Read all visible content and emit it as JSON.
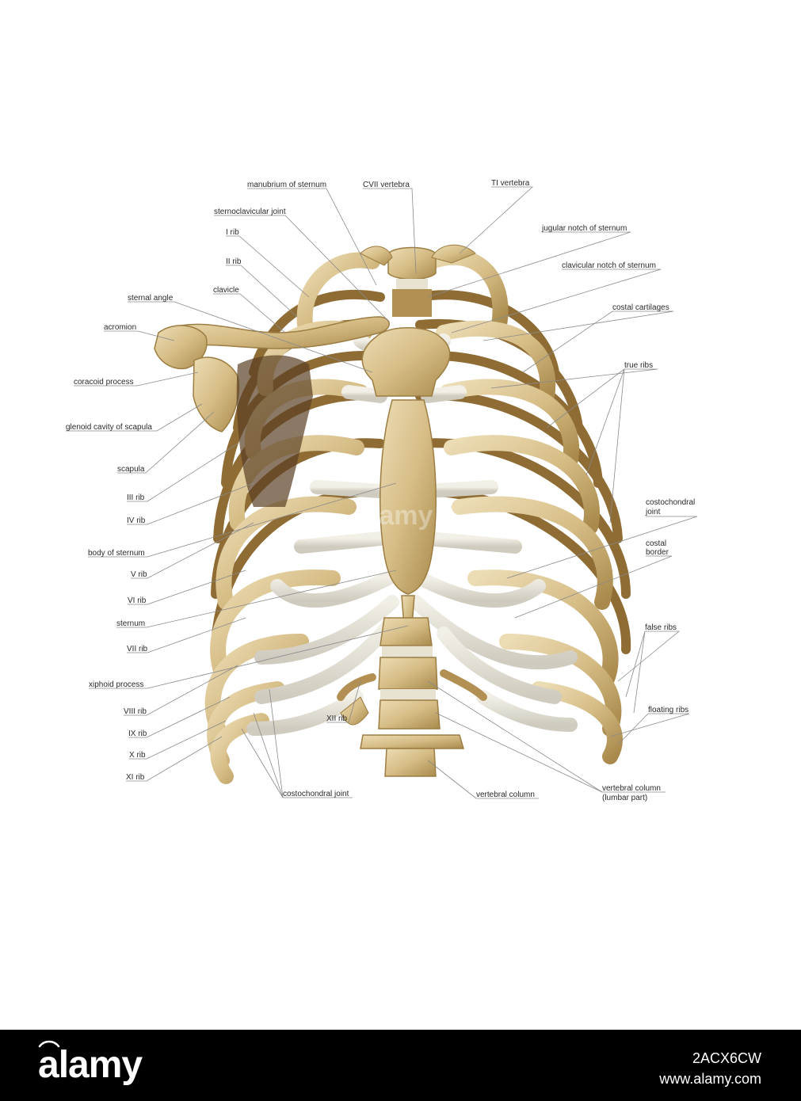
{
  "colors": {
    "bone": "#d8c08a",
    "bone_dark": "#a9884a",
    "cartilage": "#e6e2d6",
    "leader": "#8a8a8a",
    "footer_bg": "#000000",
    "footer_text": "#ffffff"
  },
  "labels": {
    "manubrium": "manubrium of sternum",
    "cvii": "CVII vertebra",
    "ti": "TI vertebra",
    "sternoclavicular": "sternoclavicular joint",
    "jugular": "jugular notch of sternum",
    "rib_i": "I rib",
    "rib_ii": "II rib",
    "clavicular_notch": "clavicular notch of sternum",
    "clavicle": "clavicle",
    "sternal_angle": "sternal angle",
    "costal_cartilages": "costal cartilages",
    "acromion": "acromion",
    "true_ribs": "true ribs",
    "coracoid": "coracoid process",
    "glenoid": "glenoid cavity of scapula",
    "scapula": "scapula",
    "rib_iii": "III rib",
    "costochondral_right_1": "costochondral",
    "costochondral_right_2": "joint",
    "rib_iv": "IV rib",
    "costal_border_1": "costal",
    "costal_border_2": "border",
    "body_sternum": "body of sternum",
    "rib_v": "V rib",
    "rib_vi": "VI rib",
    "sternum": "sternum",
    "false_ribs": "false ribs",
    "rib_vii": "VII rib",
    "xiphoid": "xiphoid process",
    "rib_viii": "VIII rib",
    "floating_ribs": "floating ribs",
    "rib_xii": "XII rib",
    "rib_ix": "IX rib",
    "rib_x": "X rib",
    "rib_xi": "XI rib",
    "costochondral_bottom": "costochondral joint",
    "vertebral_column": "vertebral column",
    "lumbar_1": "vertebral column",
    "lumbar_2": "(lumbar part)"
  },
  "footer": {
    "brand": "alamy",
    "image_id": "2ACX6CW",
    "site": "www.alamy.com"
  }
}
